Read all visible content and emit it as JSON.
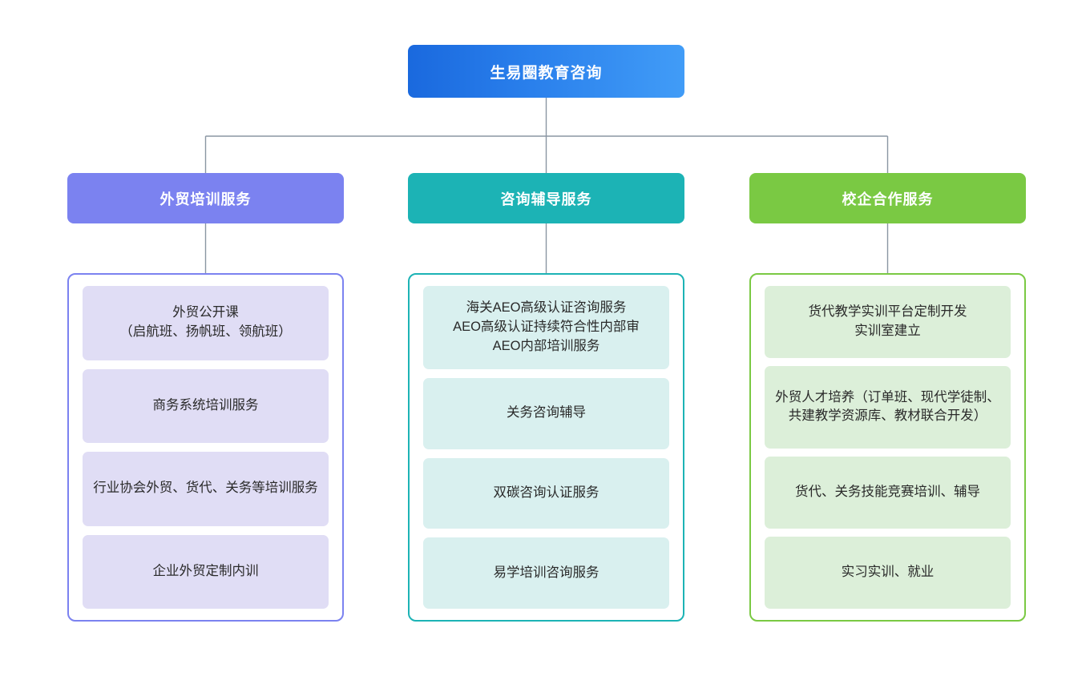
{
  "chart_data": {
    "type": "diagram",
    "diagram_kind": "organizational-tree",
    "title": "生易圈教育咨询",
    "levels": 3,
    "branch_count": 3
  },
  "root": {
    "label": "生易圈教育咨询",
    "color_start": "#1a69de",
    "color_end": "#419cf7"
  },
  "connector_color": "#8a96a3",
  "columns": [
    {
      "key": "foreign-trade-training",
      "header": "外贸培训服务",
      "accent": "#7b82f0",
      "chip_bg": "#e0ddf5",
      "items": [
        "外贸公开课\n（启航班、扬帆班、领航班）",
        "商务系统培训服务",
        "行业协会外贸、货代、关务等培训服务",
        "企业外贸定制内训"
      ]
    },
    {
      "key": "consulting-tutoring",
      "header": "咨询辅导服务",
      "accent": "#1cb3b5",
      "chip_bg": "#d9f0ef",
      "items": [
        "海关AEO高级认证咨询服务\nAEO高级认证持续符合性内部审\nAEO内部培训服务",
        "关务咨询辅导",
        "双碳咨询认证服务",
        "易学培训咨询服务"
      ]
    },
    {
      "key": "school-enterprise-cooperation",
      "header": "校企合作服务",
      "accent": "#7ac943",
      "chip_bg": "#dcefd9",
      "items": [
        "货代教学实训平台定制开发\n实训室建立",
        "外贸人才培养（订单班、现代学徒制、共建教学资源库、教材联合开发）",
        "货代、关务技能竞赛培训、辅导",
        "实习实训、就业"
      ]
    }
  ]
}
